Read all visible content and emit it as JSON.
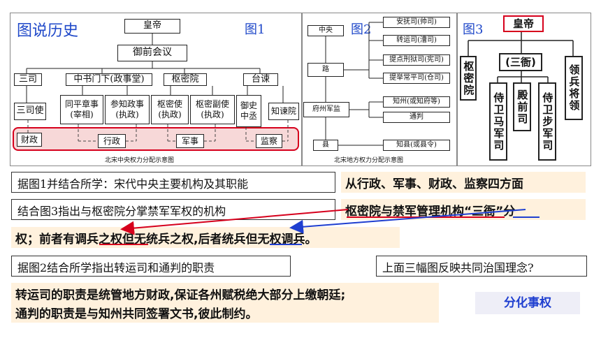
{
  "figure1": {
    "title_label": "图说历史",
    "fig_label": "图1",
    "emperor": "皇帝",
    "council": "御前会议",
    "sansi": "三司",
    "zhongshu": "中书门下(政事堂)",
    "shumiyuan": "枢密院",
    "taijian": "台谏",
    "sansishi": "三司使",
    "tongping_1": "同平章事",
    "tongping_2": "(宰相)",
    "canzhi_1": "参知政事",
    "canzhi_2": "(执政)",
    "shumishi_1": "枢密使",
    "shumishi_2": "(执政)",
    "fushi_1": "枢密副使",
    "fushi_2": "(执政)",
    "yushi_1": "御史",
    "yushi_2": "中丞",
    "zhijian": "知谏院",
    "caizheng": "财政",
    "xingzheng": "行政",
    "junshi": "军事",
    "jiancha": "监察",
    "caption": "北宋中央权力分配示意图"
  },
  "figure2": {
    "fig_label": "图2",
    "zhongyang": "中央",
    "lu": "路",
    "fuzhoujun": "府州军监",
    "xian": "县",
    "anfu": "安抚司(帅司)",
    "zhuanyun": "转运司(漕司)",
    "tidian": "提点刑狱司(宪司)",
    "tiju": "提举常平司(仓司)",
    "zhizhou": "知州(或知府等)",
    "tongpan": "通判",
    "zhixian": "知县(或县令)",
    "caption": "北宋地方权力分配示意图"
  },
  "figure3": {
    "fig_label": "图3",
    "emperor": "皇帝",
    "sanya": "(三衙)",
    "shumiyuan": "枢密院",
    "lingbing": "领兵将领",
    "majun": "侍卫马军司",
    "dianqian": "殿前司",
    "bujun": "侍卫步军司"
  },
  "questions": {
    "q1": "据图1并结合所学：宋代中央主要机构及其职能",
    "a1": "从行政、军事、财政、监察四方面",
    "q2": "结合图3指出与枢密院分掌禁军军权的机构",
    "a2_line1": "枢密院与禁军管理机构“三衙”分",
    "a2_line2": "权；前者有调兵之权但无统兵之权,后者统兵但无权调兵。",
    "q3": "据图2结合所学指出转运司和通判的职责",
    "q4": "上面三幅图反映共同治国理念?",
    "a3_line1": "转运司的职责是统管地方财政,保证各州赋税绝大部分上缴朝廷;",
    "a3_line2": "通判的职责是与知州共同签署文书,彼此制约。",
    "a4": "分化事权"
  },
  "colors": {
    "red": "#d6001c",
    "blue": "#1f3fd0",
    "label_blue": "#1f48c9",
    "answer_bg": "#fff1dd"
  }
}
